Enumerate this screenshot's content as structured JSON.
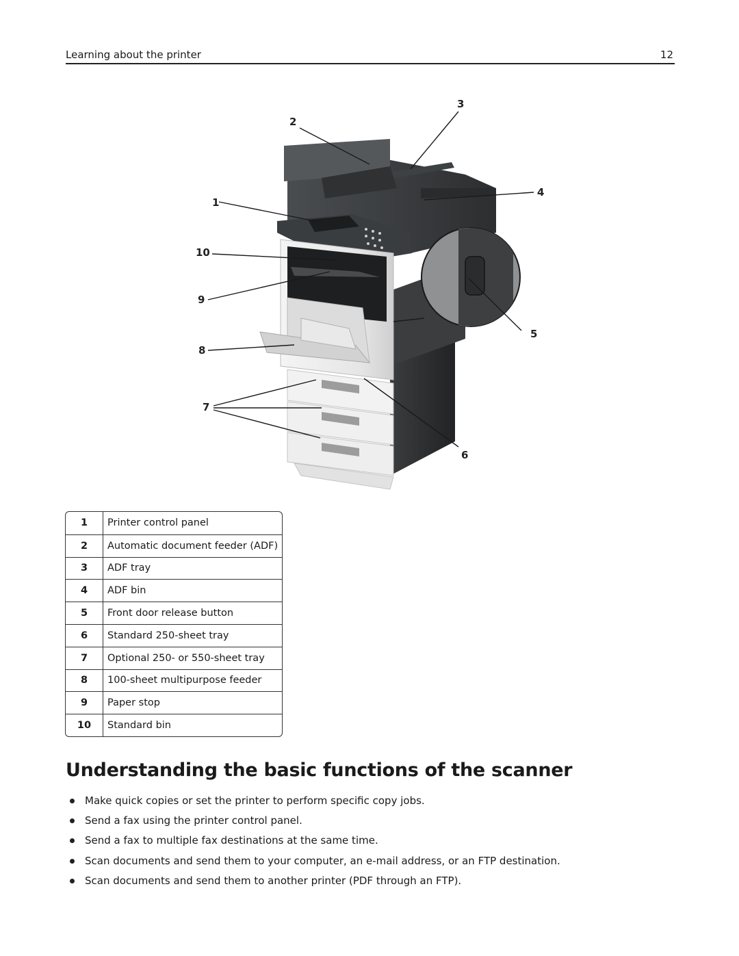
{
  "header": {
    "section_title": "Learning about the printer",
    "page_number": "12"
  },
  "figure": {
    "callouts": [
      "1",
      "2",
      "3",
      "4",
      "5",
      "6",
      "7",
      "8",
      "9",
      "10"
    ]
  },
  "legend": [
    {
      "num": "1",
      "desc": "Printer control panel"
    },
    {
      "num": "2",
      "desc": "Automatic document feeder (ADF)"
    },
    {
      "num": "3",
      "desc": "ADF tray"
    },
    {
      "num": "4",
      "desc": "ADF bin"
    },
    {
      "num": "5",
      "desc": "Front door release button"
    },
    {
      "num": "6",
      "desc": "Standard 250‑sheet tray"
    },
    {
      "num": "7",
      "desc": "Optional 250‑ or 550‑sheet tray"
    },
    {
      "num": "8",
      "desc": "100‑sheet multipurpose feeder"
    },
    {
      "num": "9",
      "desc": "Paper stop"
    },
    {
      "num": "10",
      "desc": "Standard bin"
    }
  ],
  "section": {
    "heading": "Understanding the basic functions of the scanner",
    "bullets": [
      "Make quick copies or set the printer to perform specific copy jobs.",
      "Send a fax using the printer control panel.",
      "Send a fax to multiple fax destinations at the same time.",
      "Scan documents and send them to your computer, an e‑mail address, or an FTP destination.",
      "Scan documents and send them to another printer (PDF through an FTP)."
    ]
  }
}
